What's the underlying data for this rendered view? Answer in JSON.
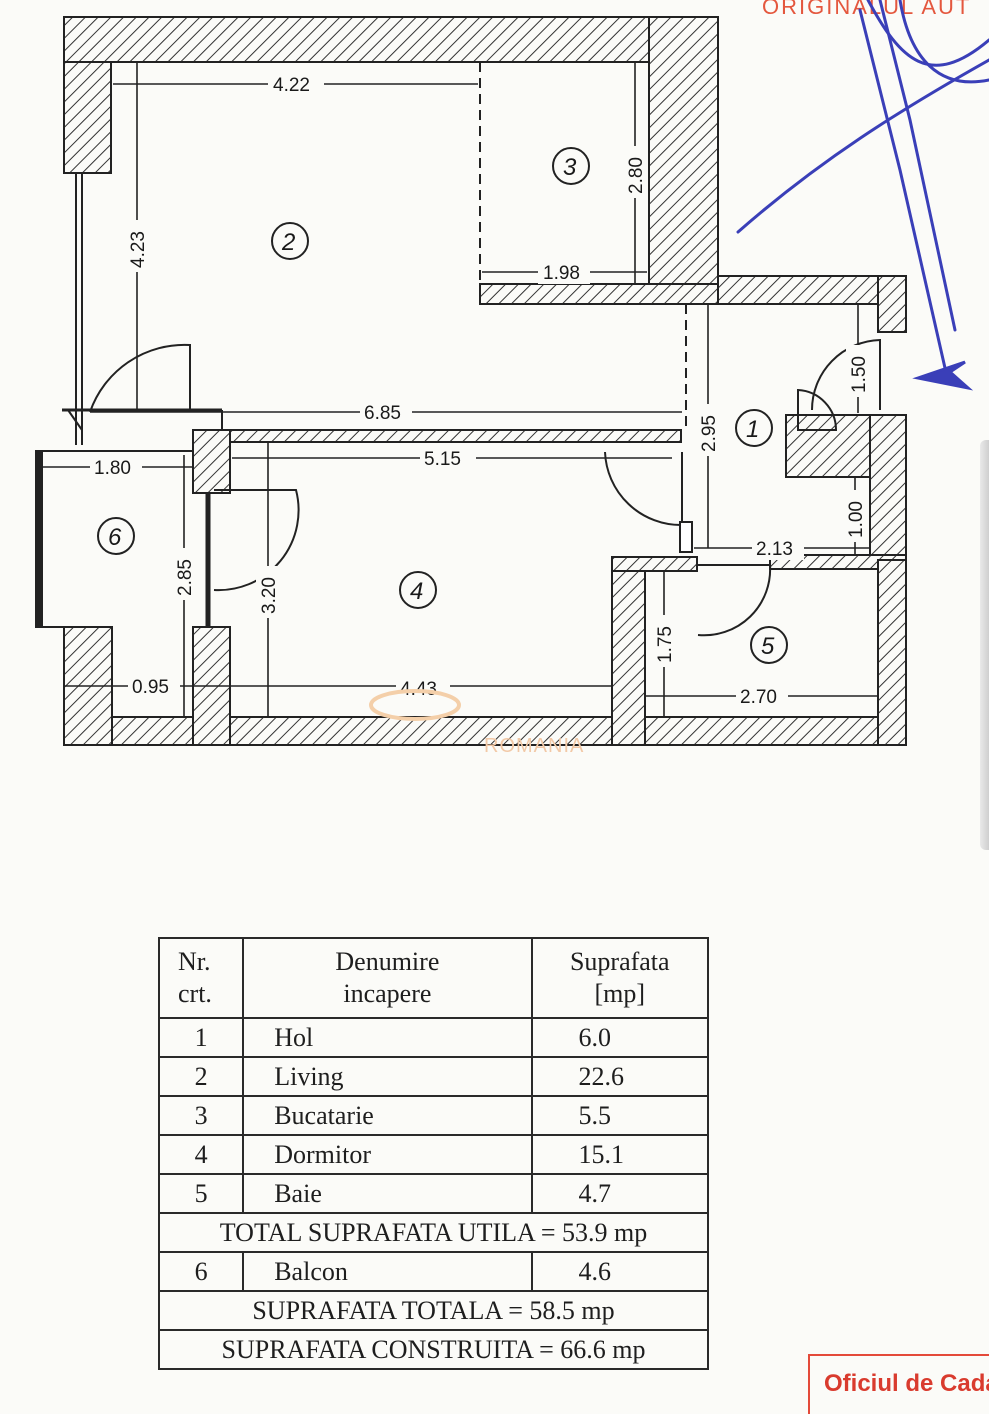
{
  "plan": {
    "rooms": [
      "1",
      "2",
      "3",
      "4",
      "5",
      "6"
    ],
    "dimensions": [
      "4.22",
      "2.80",
      "4.23",
      "1.98",
      "6.85",
      "2.95",
      "1.50",
      "5.15",
      "1.80",
      "2.85",
      "3.20",
      "2.13",
      "1.00",
      "1.75",
      "0.95",
      "4.43",
      "2.70"
    ],
    "stamp_top": "ORIGINALUL AUT",
    "watermark": "ROMANIA"
  },
  "table": {
    "header": {
      "nr_line1": "Nr.",
      "nr_line2": "crt.",
      "name_line1": "Denumire",
      "name_line2": "incapere",
      "area_line1": "Suprafata",
      "area_line2": "[mp]"
    },
    "rows": [
      {
        "nr": "1",
        "name": "Hol",
        "area": "6.0"
      },
      {
        "nr": "2",
        "name": "Living",
        "area": "22.6"
      },
      {
        "nr": "3",
        "name": "Bucatarie",
        "area": "5.5"
      },
      {
        "nr": "4",
        "name": "Dormitor",
        "area": "15.1"
      },
      {
        "nr": "5",
        "name": "Baie",
        "area": "4.7"
      }
    ],
    "total_utila": "TOTAL SUPRAFATA UTILA = 53.9 mp",
    "balcony": {
      "nr": "6",
      "name": "Balcon",
      "area": "4.6"
    },
    "total": "SUPRAFATA TOTALA = 58.5 mp",
    "constructed": "SUPRAFATA CONSTRUITA = 66.6 mp"
  },
  "stamp_bottom": "Oficiul de Cada",
  "colors": {
    "ink": "#1e1e1e",
    "stamp_red": "#e4573e",
    "signature_blue": "#3a3fb8"
  }
}
